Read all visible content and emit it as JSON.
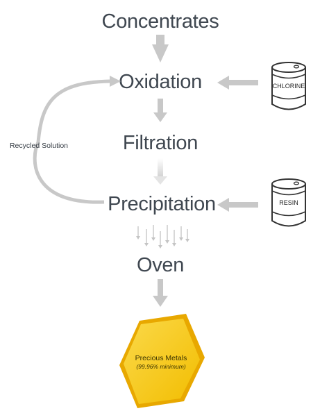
{
  "steps": {
    "concentrates": "Concentrates",
    "oxidation": "Oxidation",
    "filtration": "Filtration",
    "precipitation": "Precipitation",
    "oven": "Oven"
  },
  "recycle_label": "Recycled Solution",
  "inputs": {
    "chlorine": "CHLORINE",
    "resin": "RESIN"
  },
  "product": {
    "title": "Precious Metals",
    "subtitle": "(99.96% minimum)"
  },
  "colors": {
    "arrow": "#c8c8c8",
    "text": "#3f4750",
    "gold_light": "#f5c518",
    "gold_dark": "#e3a300"
  }
}
